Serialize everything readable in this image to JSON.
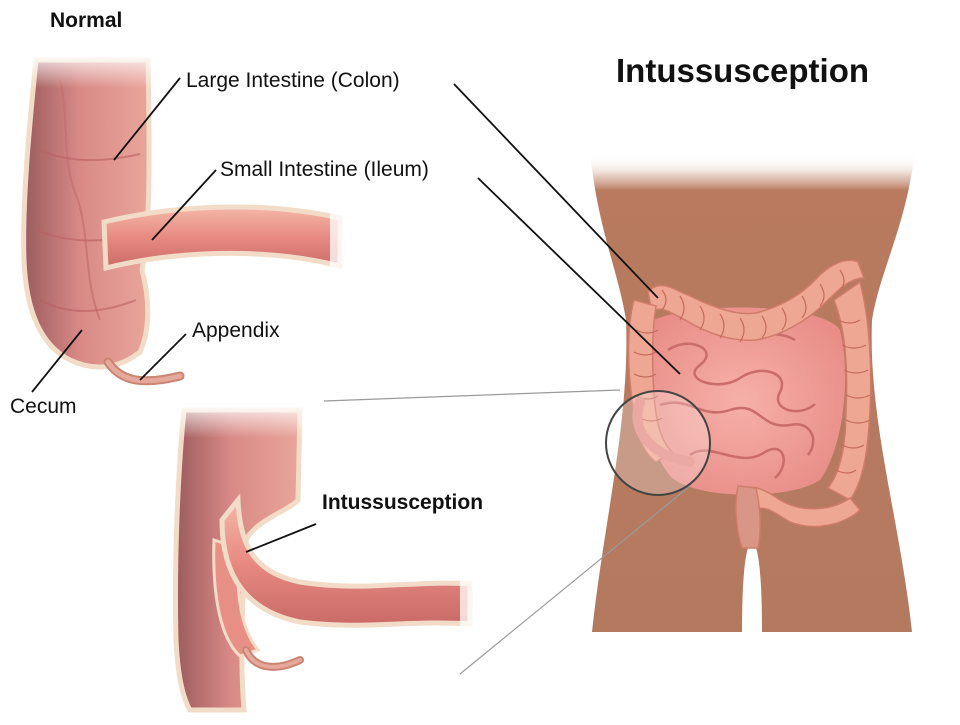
{
  "title": "Intussusception",
  "normal_panel": {
    "heading": "Normal",
    "labels": {
      "large_intestine": "Large Intestine (Colon)",
      "small_intestine": "Small Intestine (Ileum)",
      "appendix": "Appendix",
      "cecum": "Cecum"
    }
  },
  "intussusception_panel": {
    "label": "Intussusception"
  },
  "colors": {
    "skin": "#b97a5f",
    "colon": "#eea792",
    "tissue": "#e8a094",
    "lumen": "#cf6f6c",
    "outline": "#f2dcc7",
    "leader_line": "#111111",
    "zoom_line": "#9a9a9a"
  }
}
